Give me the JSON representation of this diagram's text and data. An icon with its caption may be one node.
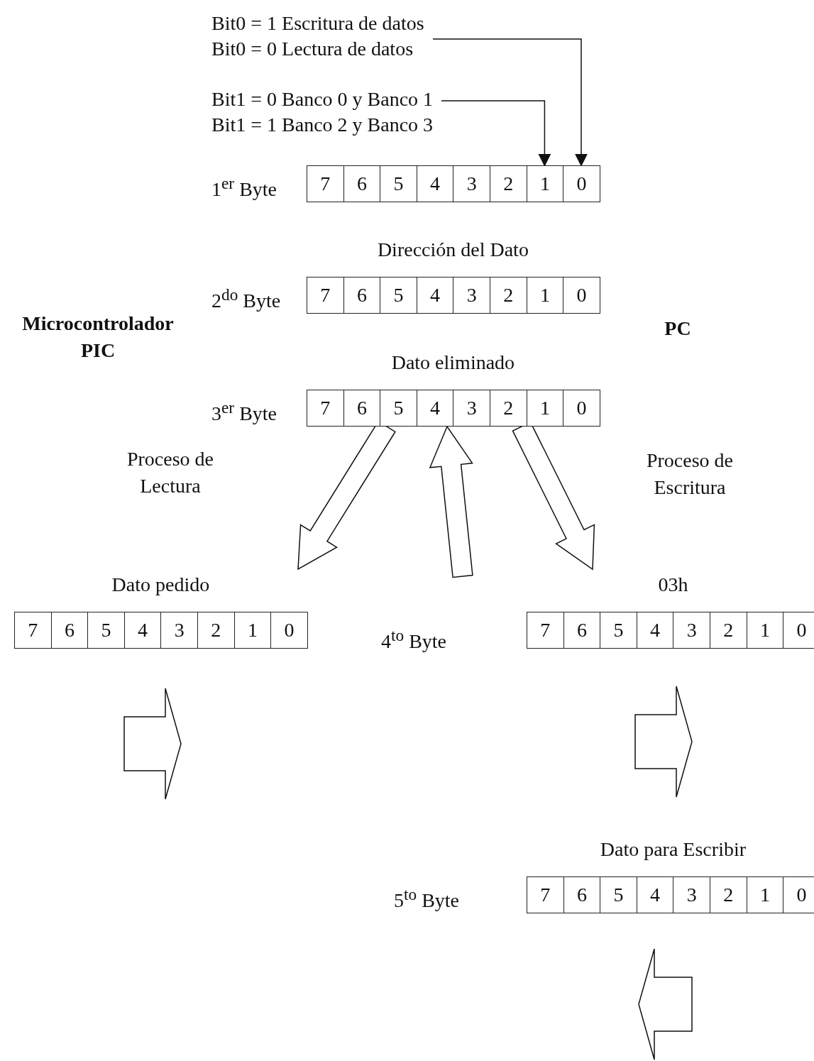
{
  "diagram": {
    "nodes": [
      {
        "text": [
          "Bit0 = 1 Escritura de datos",
          "Bit0 = 0 Lectura de datos"
        ]
      },
      {
        "text": [
          "Bit1 = 0 Banco 0 y Banco 1",
          "Bit1 = 1 Banco 2 y Banco 3"
        ]
      },
      {
        "text": [
          "1$^{er}$ Byte"
        ]
      },
      {
        "text": [
          "7"
        ],
        "in": 2
      },
      {
        "text": [
          "6"
        ],
        "in": 2
      },
      {
        "text": [
          "5"
        ],
        "in": 2
      },
      {
        "text": [
          "4"
        ],
        "in": 2
      },
      {
        "text": [
          "3"
        ],
        "in": 2
      },
      {
        "text": [
          "2"
        ],
        "in": 2
      },
      {
        "text": [
          "1"
        ],
        "in": 2
      },
      {
        "text": [
          "0"
        ],
        "in": 2
      },
      {
        "text": [
          "Dirección del Dato",
          "2$^{do}$ Byte"
        ]
      },
      {
        "text": [
          "7"
        ],
        "in": 11
      },
      {
        "text": [
          "6"
        ],
        "in": 11
      },
      {
        "text": [
          "5"
        ],
        "in": 11
      },
      {
        "text": [
          "4"
        ],
        "in": 11
      },
      {
        "text": [
          "3"
        ],
        "in": 11
      },
      {
        "text": [
          "2"
        ],
        "in": 11
      },
      {
        "text": [
          "1"
        ],
        "in": 11
      },
      {
        "text": [
          "0"
        ],
        "in": 11
      },
      {
        "text": [
          "Dato eliminado",
          "3$^{er}$ Byte"
        ]
      },
      {
        "text": [
          "7"
        ],
        "in": 20
      },
      {
        "text": [
          "6"
        ],
        "in": 20
      },
      {
        "text": [
          "5"
        ],
        "in": 20
      },
      {
        "text": [
          "4"
        ],
        "in": 20
      },
      {
        "text": [
          "3"
        ],
        "in": 20
      },
      {
        "text": [
          "2"
        ],
        "in": 20
      },
      {
        "text": [
          "1"
        ],
        "in": 20
      },
      {
        "text": [
          "0"
        ],
        "in": 20
      },
      {
        "text": [
          "Dato pedido"
        ]
      },
      {
        "text": [
          "7"
        ],
        "in": 29
      },
      {
        "text": [
          "6"
        ],
        "in": 29
      },
      {
        "text": [
          "5"
        ],
        "in": 29
      },
      {
        "text": [
          "4"
        ],
        "in": 29
      },
      {
        "text": [
          "3"
        ],
        "in": 29
      },
      {
        "text": [
          "2"
        ],
        "in": 29
      },
      {
        "text": [
          "1"
        ],
        "in": 29
      },
      {
        "text": [
          "0"
        ],
        "in": 29
      },
      {
        "text": [
          "03h"
        ]
      },
      {
        "text": [
          "7"
        ],
        "in": 38
      },
      {
        "text": [
          "6"
        ],
        "in": 38
      },
      {
        "text": [
          "5"
        ],
        "in": 38
      },
      {
        "text": [
          "4"
        ],
        "in": 38
      },
      {
        "text": [
          "3"
        ],
        "in": 38
      },
      {
        "text": [
          "2"
        ],
        "in": 38
      },
      {
        "text": [
          "1"
        ],
        "in": 38
      },
      {
        "text": [
          "0"
        ],
        "in": 38
      },
      {
        "text": [
          "Dato para Escribir",
          "5$^{to}$ Byte"
        ]
      },
      {
        "text": [
          "7"
        ],
        "in": 47
      },
      {
        "text": [
          "6"
        ],
        "in": 47
      },
      {
        "text": [
          "5"
        ],
        "in": 47
      },
      {
        "text": [
          "4"
        ],
        "in": 47
      },
      {
        "text": [
          "3"
        ],
        "in": 47
      },
      {
        "text": [
          "2"
        ],
        "in": 47
      },
      {
        "text": [
          "1"
        ],
        "in": 47
      },
      {
        "text": [
          "0"
        ],
        "in": 47
      }
    ],
    "edges": [
      {
        "from": 0,
        "to": 10,
        "arrow": "to"
      },
      {
        "from": 1,
        "to": 9,
        "arrow": "to"
      },
      {
        "from": 20,
        "to": 29,
        "arrow": "to",
        "style": "thick"
      },
      {
        "from": null,
        "to": 20,
        "arrow": "to",
        "style": "thick"
      },
      {
        "from": 20,
        "to": 38,
        "arrow": "to",
        "style": "thick"
      }
    ],
    "labels": [
      "Microcontrolador PIC",
      "PC",
      "Proceso de Lectura",
      "Proceso de Escritura",
      "4$^{to}$ Byte"
    ]
  }
}
